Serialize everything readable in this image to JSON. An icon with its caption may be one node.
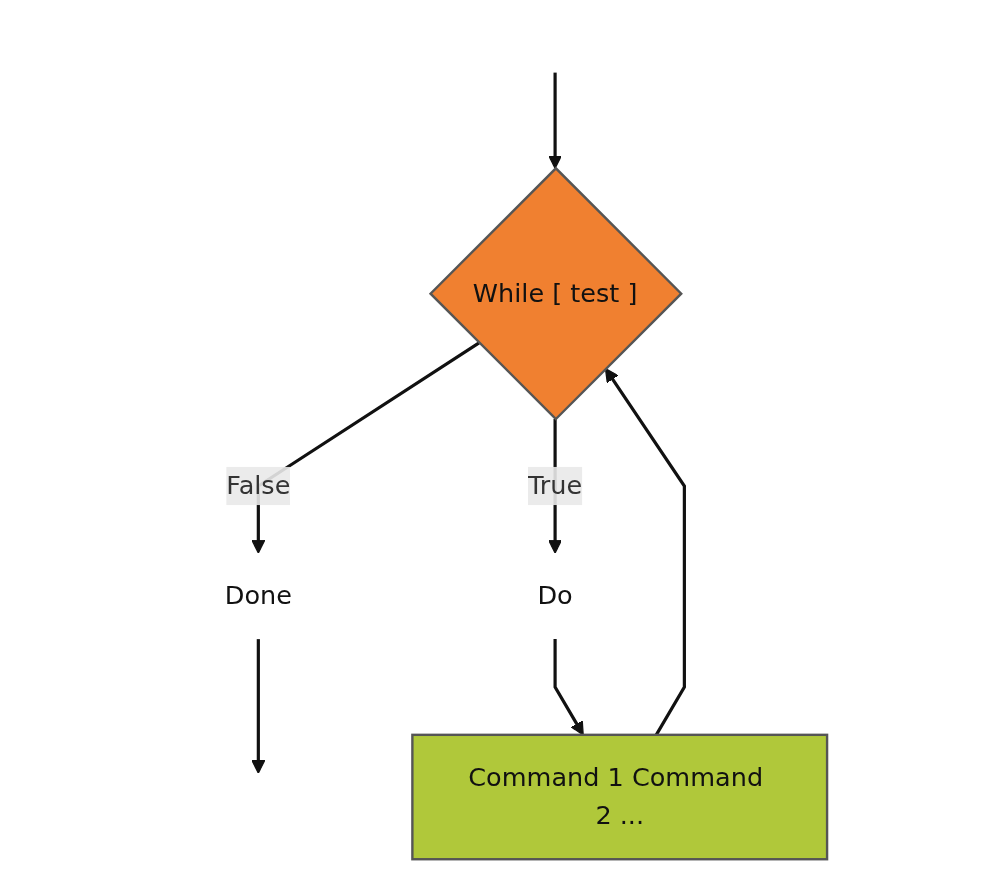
{
  "diagram": {
    "nodes": [
      {
        "text": [
          "While [ test ]"
        ]
      },
      {
        "text": [
          "Do"
        ]
      },
      {
        "text": [
          "Done"
        ]
      },
      {
        "text": [
          "Command 1 Command 2 ..."
        ]
      }
    ],
    "edges": [
      {
        "from": null,
        "to": 0,
        "arrow": "to"
      },
      {
        "from": 0,
        "to": 2,
        "label": "False",
        "arrow": "to"
      },
      {
        "from": 0,
        "to": 1,
        "label": "True",
        "arrow": "to"
      },
      {
        "from": 1,
        "to": 3,
        "arrow": "to"
      },
      {
        "from": 3,
        "to": 0,
        "arrow": "to"
      },
      {
        "from": 2,
        "to": null,
        "arrow": "to"
      }
    ]
  }
}
